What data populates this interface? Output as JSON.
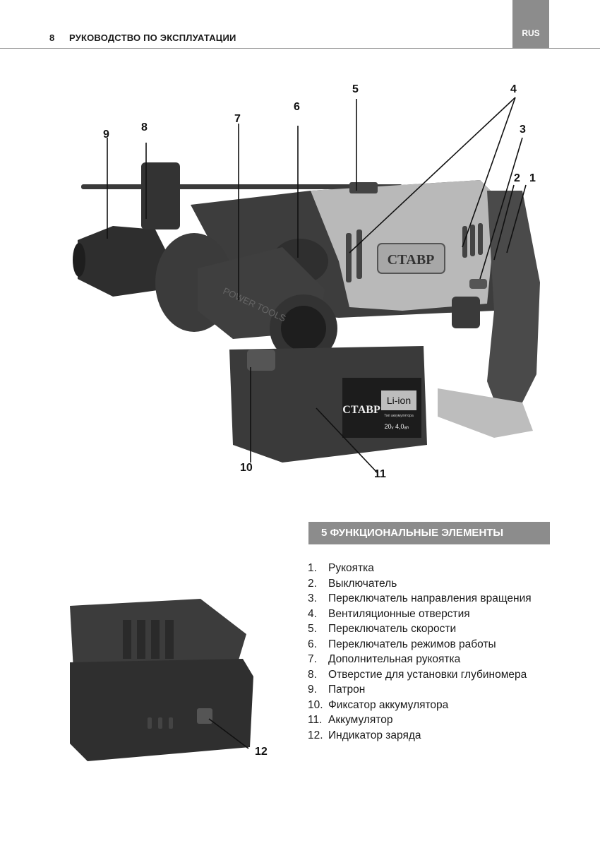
{
  "header": {
    "page_number": "8",
    "title": "РУКОВОДСТВО ПО ЭКСПЛУАТАЦИИ",
    "lang": "RUS"
  },
  "figure": {
    "brand": "СТАВР",
    "battery_type": "Li-ion",
    "battery_subtitle": "Тип аккумулятора",
    "battery_specs": "20ᵥ 4,0ₐₕ",
    "handle_text": "POWER TOOLS",
    "callouts": [
      "1",
      "2",
      "3",
      "4",
      "5",
      "6",
      "7",
      "8",
      "9",
      "10",
      "11",
      "12"
    ]
  },
  "section": {
    "title": "5 ФУНКЦИОНАЛЬНЫЕ ЭЛЕМЕНТЫ",
    "items": [
      {
        "num": "1.",
        "text": "Рукоятка"
      },
      {
        "num": "2.",
        "text": "Выключатель"
      },
      {
        "num": "3.",
        "text": "Переключатель направления вращения"
      },
      {
        "num": "4.",
        "text": "Вентиляционные отверстия"
      },
      {
        "num": "5.",
        "text": "Переключатель скорости"
      },
      {
        "num": "6.",
        "text": "Переключатель режимов работы"
      },
      {
        "num": "7.",
        "text": "Дополнительная рукоятка"
      },
      {
        "num": "8.",
        "text": "Отверстие для установки глубиномера"
      },
      {
        "num": "9.",
        "text": "Патрон"
      },
      {
        "num": "10.",
        "text": "Фиксатор аккумулятора"
      },
      {
        "num": "11.",
        "text": "Аккумулятор"
      },
      {
        "num": "12.",
        "text": "Индикатор заряда"
      }
    ]
  }
}
